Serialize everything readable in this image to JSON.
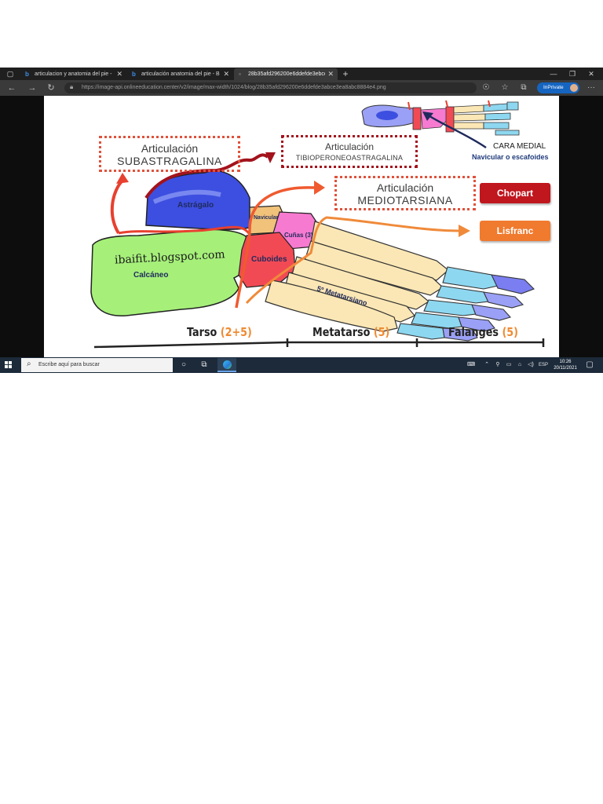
{
  "browser": {
    "tabs": [
      {
        "title": "articulacion y anatomia del pie -",
        "active": false,
        "favicon": "b"
      },
      {
        "title": "articulación anatomia del pie - B",
        "active": false,
        "favicon": "b"
      },
      {
        "title": "28b35afd296200e6ddefde3ebcc",
        "active": true,
        "favicon": "▫"
      }
    ],
    "new_tab": "+",
    "url": "https://image-api.onlineeducation.center/v2/image/max-width/1024/blog/28b35afd296200e6ddefde3abce3ea8abc8884e4.png",
    "inprivate_label": "InPrivate",
    "more": "···"
  },
  "diagram": {
    "boxes": {
      "subastragalina": {
        "line1": "Articulación",
        "line2": "SUBASTRAGALINA"
      },
      "tibioperoneo": {
        "line1": "Articulación",
        "line2": "TIBIOPERONEOASTRAGALINA"
      },
      "mediotarsiana": {
        "line1": "Articulación",
        "line2": "MEDIOTARSIANA"
      }
    },
    "buttons": {
      "chopart": "Chopart",
      "lisfranc": "Lisfranc"
    },
    "bones": {
      "astragalo": "Astrágalo",
      "calcaneo": "Calcáneo",
      "navicular": "Navicular",
      "cunas": "Cuñas (3)",
      "cuboides": "Cuboides",
      "metatarsiano": "5º Metatarsiano"
    },
    "watermark": "ibaifit.blogspot.com",
    "inset": {
      "line1": "CARA MEDIAL",
      "line2": "Navicular o escafoides"
    },
    "sections": [
      {
        "label": "Tarso",
        "count": "(2+5)"
      },
      {
        "label": "Metatarso",
        "count": "(5)"
      },
      {
        "label": "Falanges",
        "count": "(5)"
      }
    ],
    "colors": {
      "astragalo": "#3d4fe0",
      "calcaneo": "#a6f07a",
      "navicular": "#f0c27a",
      "cunas": "#f67ad0",
      "cuboides": "#f24a55",
      "metatarsals": "#fbe7b5",
      "phalanges": "#8ed7f0",
      "chopart": "#c0161e",
      "lisfranc": "#f07a2e"
    }
  },
  "taskbar": {
    "search_placeholder": "Escribe aquí para buscar",
    "language": "ESP",
    "time": "10:26",
    "date": "20/11/2021"
  }
}
